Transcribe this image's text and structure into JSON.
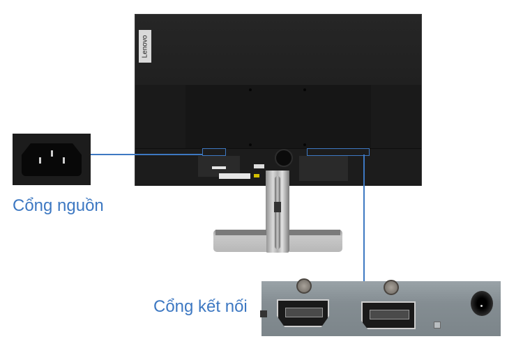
{
  "scene": {
    "description": "Back view of a Lenovo monitor with callouts for power port and connection ports",
    "accent_color": "#3d78c2"
  },
  "monitor": {
    "brand_logo": "Lenovo"
  },
  "callouts": [
    {
      "id": "power",
      "label": "Cổng nguồn",
      "inset": "IEC C14 power socket"
    },
    {
      "id": "ports",
      "label": "Cổng kết nối",
      "inset": [
        "HDMI port",
        "DisplayPort",
        "3.5mm audio jack"
      ]
    }
  ]
}
